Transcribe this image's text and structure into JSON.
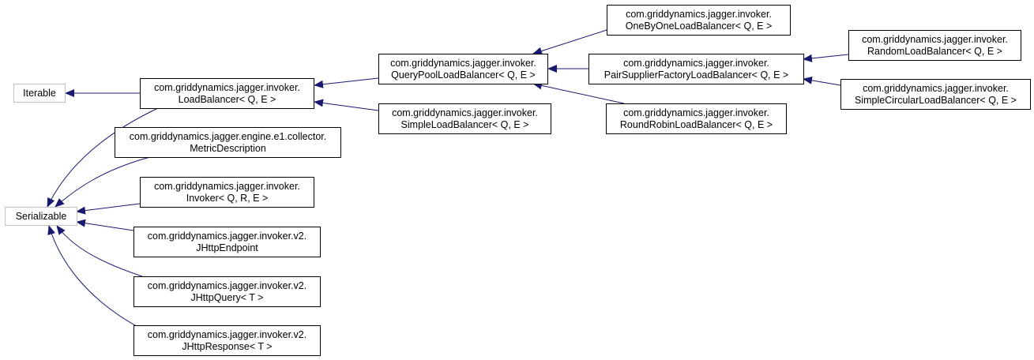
{
  "colors": {
    "edge": "#191970",
    "node_border": "#000000",
    "external_node_border": "#bfbfbf",
    "background": "#ffffff"
  },
  "nodes": [
    {
      "id": "iterable",
      "lines": [
        "Iterable"
      ],
      "external": true
    },
    {
      "id": "serializable",
      "lines": [
        "Serializable"
      ],
      "external": true
    },
    {
      "id": "load-balancer",
      "lines": [
        "com.griddynamics.jagger.invoker.",
        "LoadBalancer< Q, E >"
      ]
    },
    {
      "id": "metric-description",
      "lines": [
        "com.griddynamics.jagger.engine.e1.collector.",
        "MetricDescription"
      ]
    },
    {
      "id": "invoker",
      "lines": [
        "com.griddynamics.jagger.invoker.",
        "Invoker< Q, R, E >"
      ]
    },
    {
      "id": "jhttp-endpoint",
      "lines": [
        "com.griddynamics.jagger.invoker.v2.",
        "JHttpEndpoint"
      ]
    },
    {
      "id": "jhttp-query",
      "lines": [
        "com.griddynamics.jagger.invoker.v2.",
        "JHttpQuery< T >"
      ]
    },
    {
      "id": "jhttp-response",
      "lines": [
        "com.griddynamics.jagger.invoker.v2.",
        "JHttpResponse< T >"
      ]
    },
    {
      "id": "query-pool-load-balancer",
      "lines": [
        "com.griddynamics.jagger.invoker.",
        "QueryPoolLoadBalancer< Q, E >"
      ]
    },
    {
      "id": "simple-load-balancer",
      "lines": [
        "com.griddynamics.jagger.invoker.",
        "SimpleLoadBalancer< Q, E >"
      ]
    },
    {
      "id": "one-by-one-load-balancer",
      "lines": [
        "com.griddynamics.jagger.invoker.",
        "OneByOneLoadBalancer< Q, E >"
      ]
    },
    {
      "id": "pair-supplier-factory-load-balancer",
      "lines": [
        "com.griddynamics.jagger.invoker.",
        "PairSupplierFactoryLoadBalancer< Q, E >"
      ]
    },
    {
      "id": "round-robin-load-balancer",
      "lines": [
        "com.griddynamics.jagger.invoker.",
        "RoundRobinLoadBalancer< Q, E >"
      ]
    },
    {
      "id": "random-load-balancer",
      "lines": [
        "com.griddynamics.jagger.invoker.",
        "RandomLoadBalancer< Q, E >"
      ]
    },
    {
      "id": "simple-circular-load-balancer",
      "lines": [
        "com.griddynamics.jagger.invoker.",
        "SimpleCircularLoadBalancer< Q, E >"
      ]
    }
  ],
  "edges": [
    {
      "from": "load-balancer",
      "to": "iterable"
    },
    {
      "from": "load-balancer",
      "to": "serializable"
    },
    {
      "from": "metric-description",
      "to": "serializable"
    },
    {
      "from": "invoker",
      "to": "serializable"
    },
    {
      "from": "jhttp-endpoint",
      "to": "serializable"
    },
    {
      "from": "jhttp-query",
      "to": "serializable"
    },
    {
      "from": "jhttp-response",
      "to": "serializable"
    },
    {
      "from": "query-pool-load-balancer",
      "to": "load-balancer"
    },
    {
      "from": "simple-load-balancer",
      "to": "load-balancer"
    },
    {
      "from": "one-by-one-load-balancer",
      "to": "query-pool-load-balancer"
    },
    {
      "from": "pair-supplier-factory-load-balancer",
      "to": "query-pool-load-balancer"
    },
    {
      "from": "round-robin-load-balancer",
      "to": "query-pool-load-balancer"
    },
    {
      "from": "random-load-balancer",
      "to": "pair-supplier-factory-load-balancer"
    },
    {
      "from": "simple-circular-load-balancer",
      "to": "pair-supplier-factory-load-balancer"
    }
  ]
}
